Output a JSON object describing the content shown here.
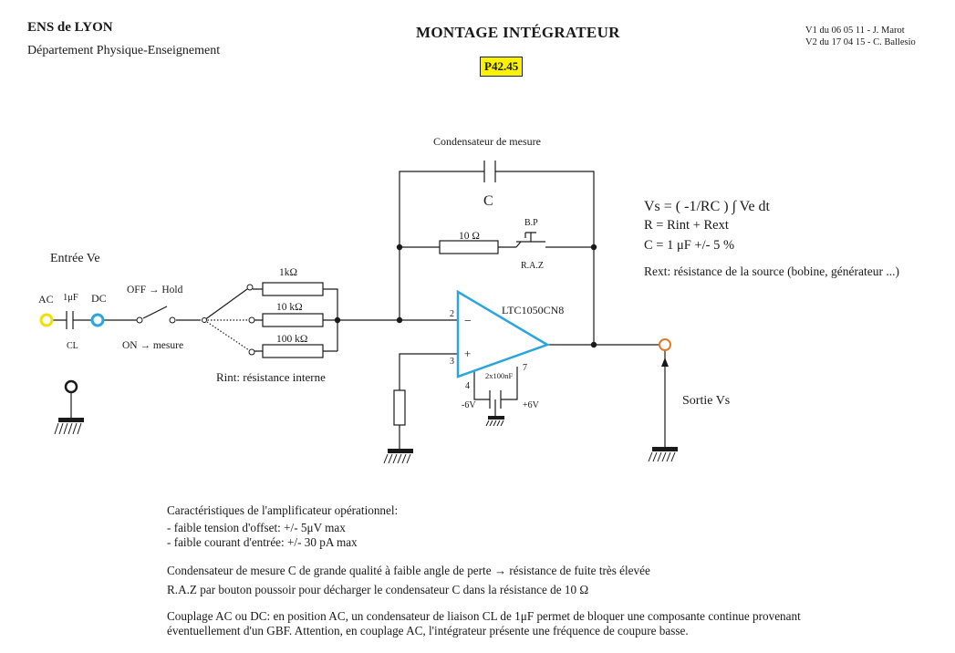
{
  "header": {
    "school": "ENS de LYON",
    "department": "Département Physique-Enseignement",
    "title": "MONTAGE INTÉGRATEUR",
    "code": "P42.45",
    "version1": "V1 du 06 05 11 - J. Marot",
    "version2": "V2 du 17 04 15 - C. Ballesio"
  },
  "diagram": {
    "feedback_cap_title": "Condensateur de mesure",
    "cap_label": "C",
    "raz_resistor": "10 Ω",
    "bp_label": "B.P",
    "raz_label": "R.A.Z",
    "input_label": "Entrée Ve",
    "ac_label": "AC",
    "dc_label": "DC",
    "coupling_cap_value": "1μF",
    "coupling_cap_name": "CL",
    "switch_off": "OFF → Hold",
    "switch_on": "ON → mesure",
    "r1": "1kΩ",
    "r2": "10 kΩ",
    "r3": "100 kΩ",
    "rint_label": "Rint: résistance interne",
    "opamp": "LTC1050CN8",
    "pin2": "2",
    "pin3": "3",
    "pin4": "4",
    "pin7": "7",
    "minus": "−",
    "plus": "+",
    "decoupling": "2x100nF",
    "neg_supply": "-6V",
    "pos_supply": "+6V",
    "output_label": "Sortie Vs",
    "formula1": "Vs = ( -1/RC ) ∫ Ve dt",
    "formula2": "R = Rint + Rext",
    "formula3": "C = 1 μF +/- 5 %",
    "rext_note": "Rext: résistance de la source (bobine, générateur ...)"
  },
  "notes": {
    "opamp_title": "Caractéristiques de l'amplificateur opérationnel:",
    "offset": "- faible tension d'offset: +/- 5μV max",
    "bias": "- faible courant d'entrée: +/- 30 pA max",
    "cap_quality": "Condensateur de mesure C de grande qualité à faible angle de perte → résistance de fuite très élevée",
    "raz_note": "R.A.Z par bouton poussoir pour décharger le condensateur C dans la résistance de 10 Ω",
    "coupling1": "Couplage AC ou DC: en position AC, un condensateur de liaison CL de 1μF permet de bloquer une composante continue provenant",
    "coupling2": "éventuellement d'un GBF. Attention, en couplage AC, l'intégrateur présente une fréquence de coupure basse."
  },
  "colors": {
    "opamp": "#2aa6df",
    "ac_terminal": "#f0e000",
    "dc_terminal": "#2aa6df",
    "output_terminal": "#e07a2a",
    "code_badge": "#fbf200"
  }
}
